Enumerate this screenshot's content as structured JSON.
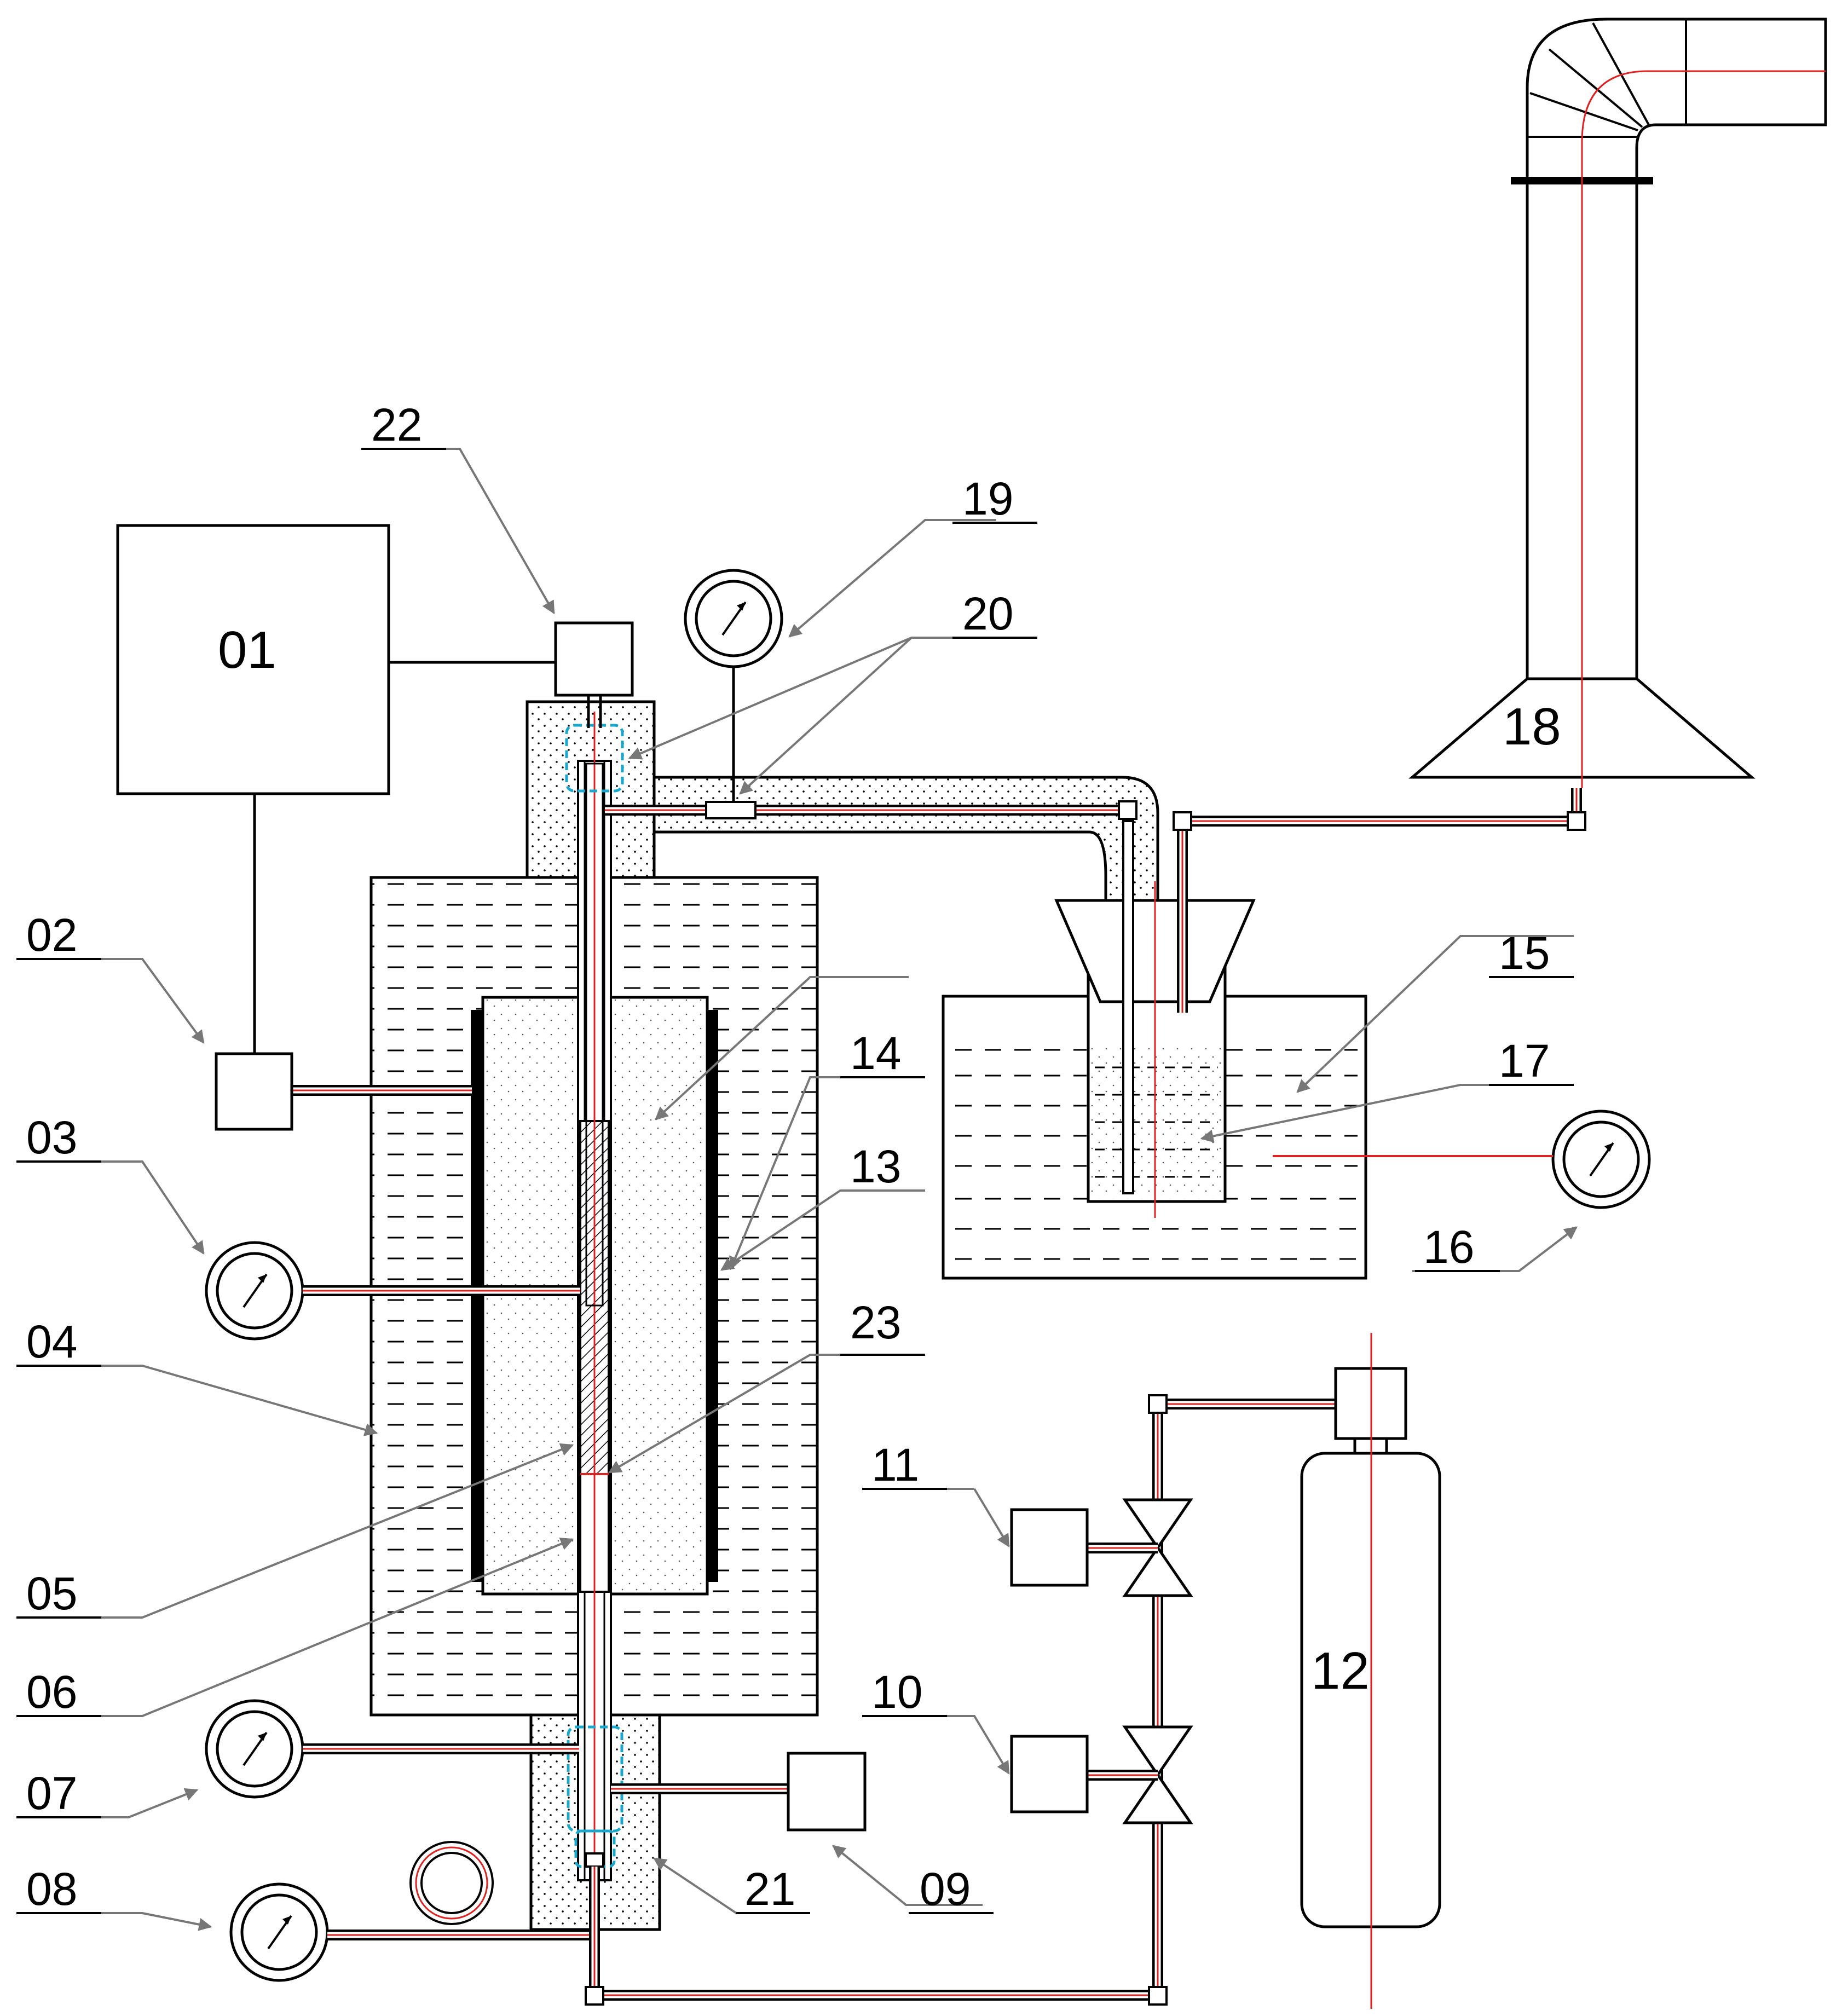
{
  "labels": {
    "c01": "01",
    "c02": "02",
    "c03": "03",
    "c04": "04",
    "c05": "05",
    "c06": "06",
    "c07": "07",
    "c08": "08",
    "c09": "09",
    "c10": "10",
    "c11": "11",
    "c12": "12",
    "c13": "13",
    "c14": "14",
    "c15": "15",
    "c16": "16",
    "c17": "17",
    "c18": "18",
    "c19": "19",
    "c20": "20",
    "c21": "21",
    "c22": "22",
    "c23": "23"
  },
  "colors": {
    "line": "#000000",
    "centerline": "#dd2222",
    "fitting": "#1aa7cc",
    "leader": "#777777"
  }
}
